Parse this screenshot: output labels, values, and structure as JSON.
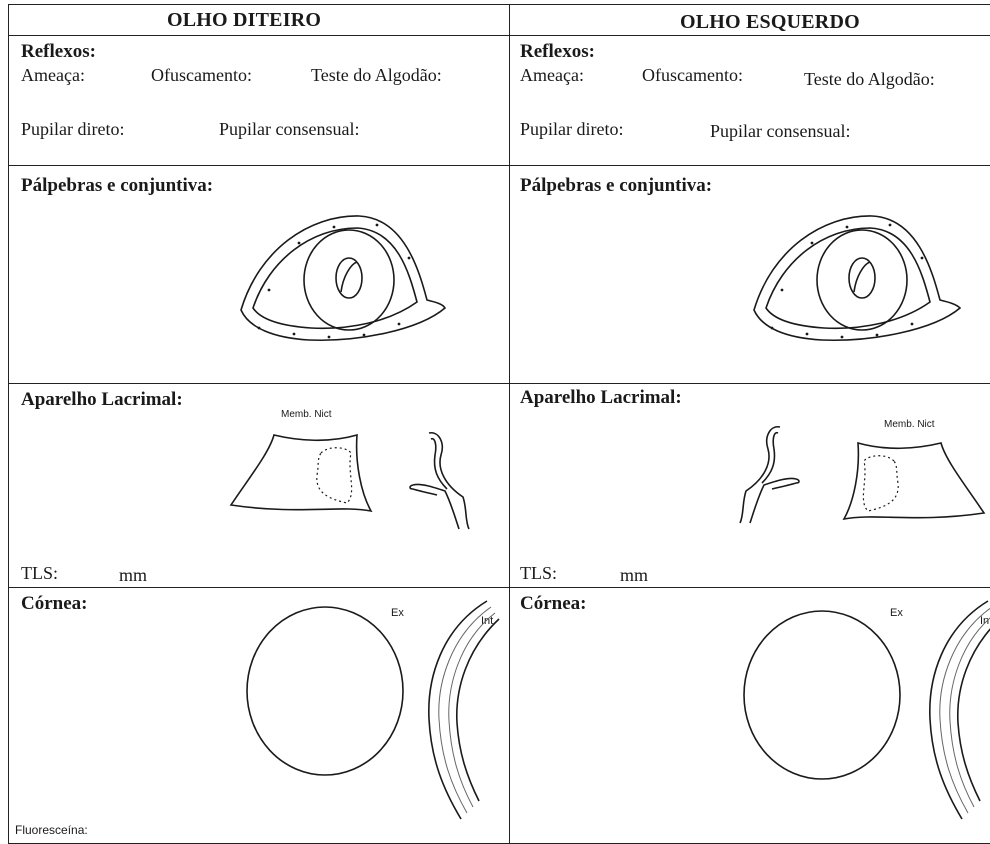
{
  "left": {
    "header": "OLHO DITEIRO",
    "reflexos": {
      "title": "Reflexos:",
      "ameaca": "Ameaça:",
      "ofuscamento": "Ofuscamento:",
      "algodao": "Teste do Algodão:",
      "pupilar_direto": "Pupilar direto:",
      "pupilar_consensual": "Pupilar consensual:"
    },
    "palpebras": "Pálpebras e conjuntiva:",
    "lacrimal": {
      "title": "Aparelho Lacrimal:",
      "memb": "Memb. Nict",
      "tls": "TLS:",
      "mm": "mm"
    },
    "cornea": {
      "title": "Córnea:",
      "ex": "Ex",
      "int": "Int",
      "fluoresceina": "Fluoresceína:"
    }
  },
  "right": {
    "header": "OLHO ESQUERDO",
    "reflexos": {
      "title": "Reflexos:",
      "ameaca": "Ameaça:",
      "ofuscamento": "Ofuscamento:",
      "algodao": "Teste do Algodão:",
      "pupilar_direto": "Pupilar direto:",
      "pupilar_consensual": "Pupilar consensual:"
    },
    "palpebras": "Pálpebras e conjuntiva:",
    "lacrimal": {
      "title": "Aparelho Lacrimal:",
      "memb": "Memb. Nict",
      "tls": "TLS:",
      "mm": "mm"
    },
    "cornea": {
      "title": "Córnea:",
      "ex": "Ex",
      "int": "In"
    }
  }
}
